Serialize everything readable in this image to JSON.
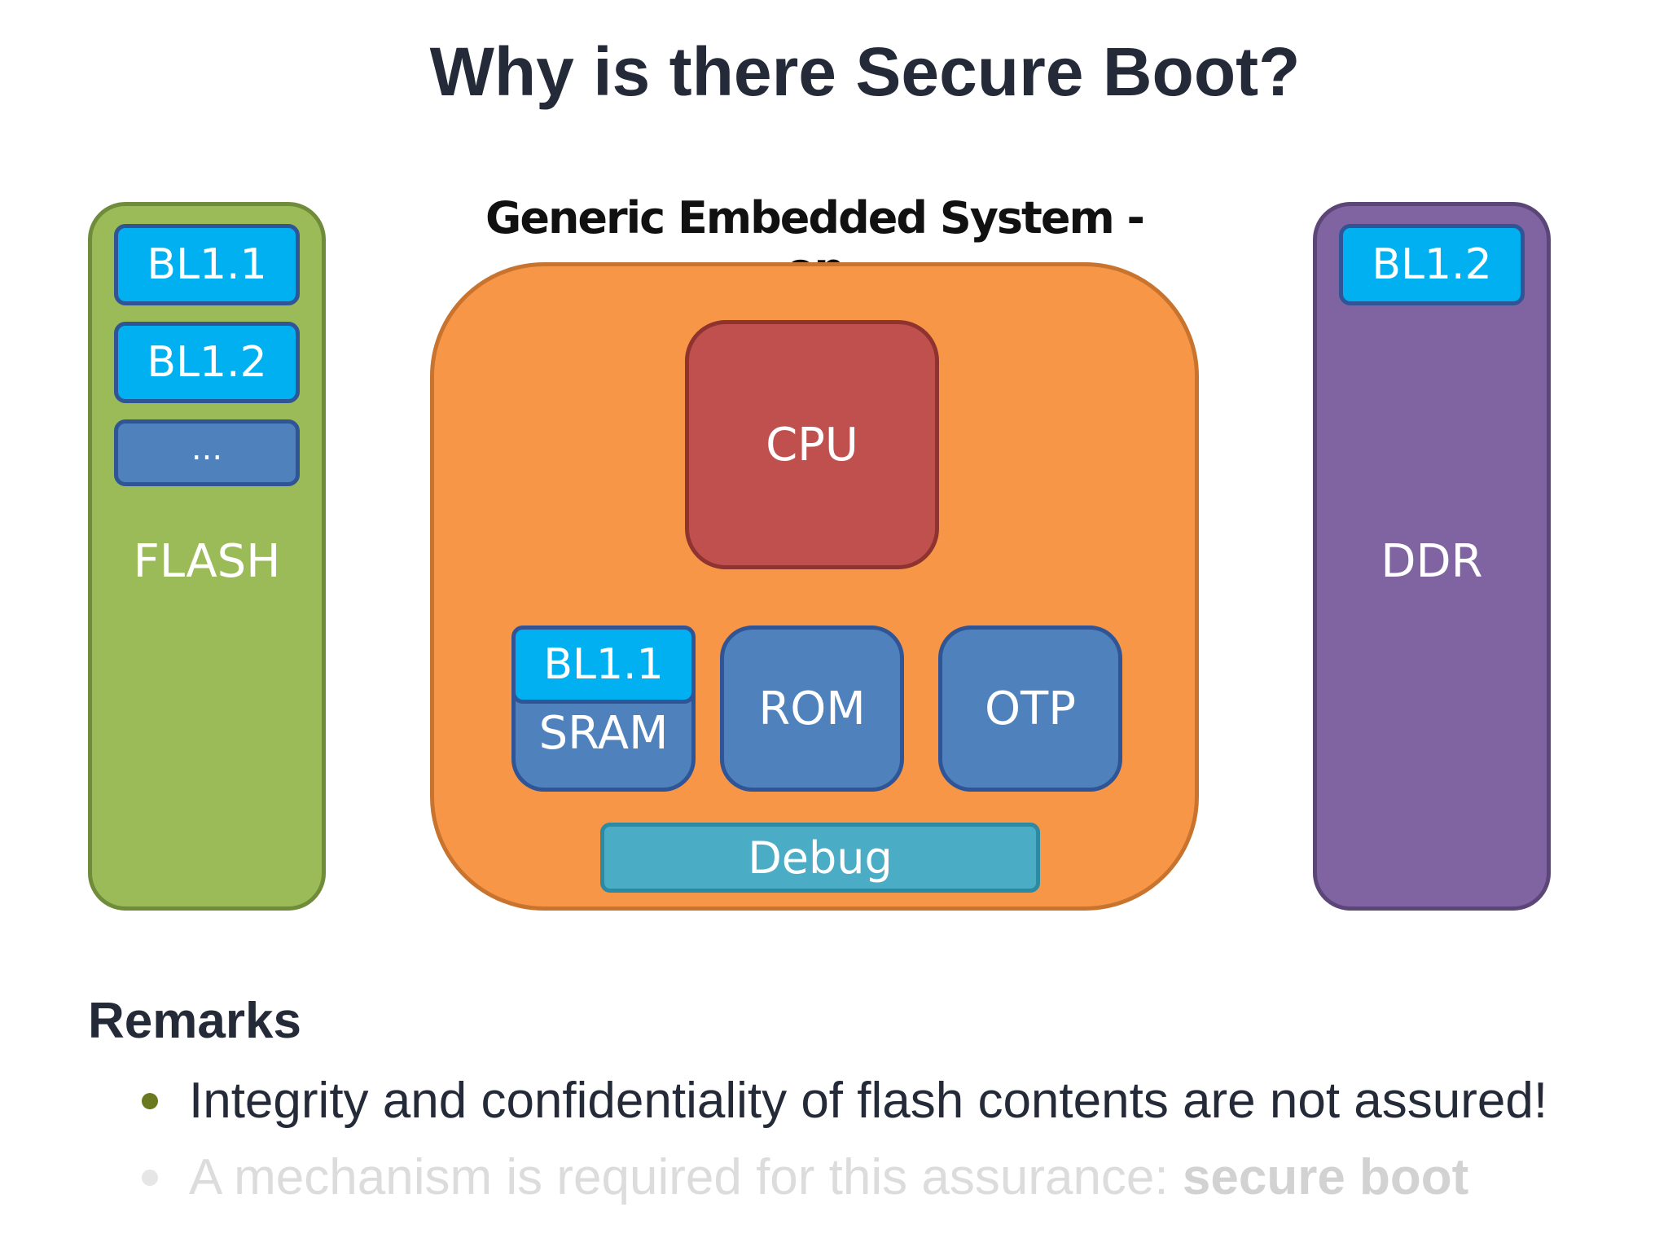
{
  "title": "Why is there Secure Boot?",
  "diagram": {
    "caption": "Generic Embedded System - on",
    "flash": {
      "label": "FLASH",
      "items": [
        "BL1.1",
        "BL1.2",
        "..."
      ]
    },
    "soc": {
      "cpu": "CPU",
      "sram": "SRAM",
      "sram_overlay": "BL1.1",
      "rom": "ROM",
      "otp": "OTP",
      "debug": "Debug"
    },
    "ddr": {
      "label": "DDR",
      "items": [
        "BL1.2"
      ]
    }
  },
  "remarks": {
    "heading": "Remarks",
    "bullets": [
      {
        "text": "Integrity and confidentiality of flash contents are not assured!"
      },
      {
        "text": "A mechanism is required for this assurance: ",
        "emphasis": "secure boot"
      }
    ]
  },
  "colors": {
    "flash": "#9bbb59",
    "ddr": "#8064a2",
    "soc": "#f79646",
    "cpu": "#c0504d",
    "memory": "#4f81bd",
    "bootloader": "#00b0f0",
    "debug": "#4bacc6"
  }
}
